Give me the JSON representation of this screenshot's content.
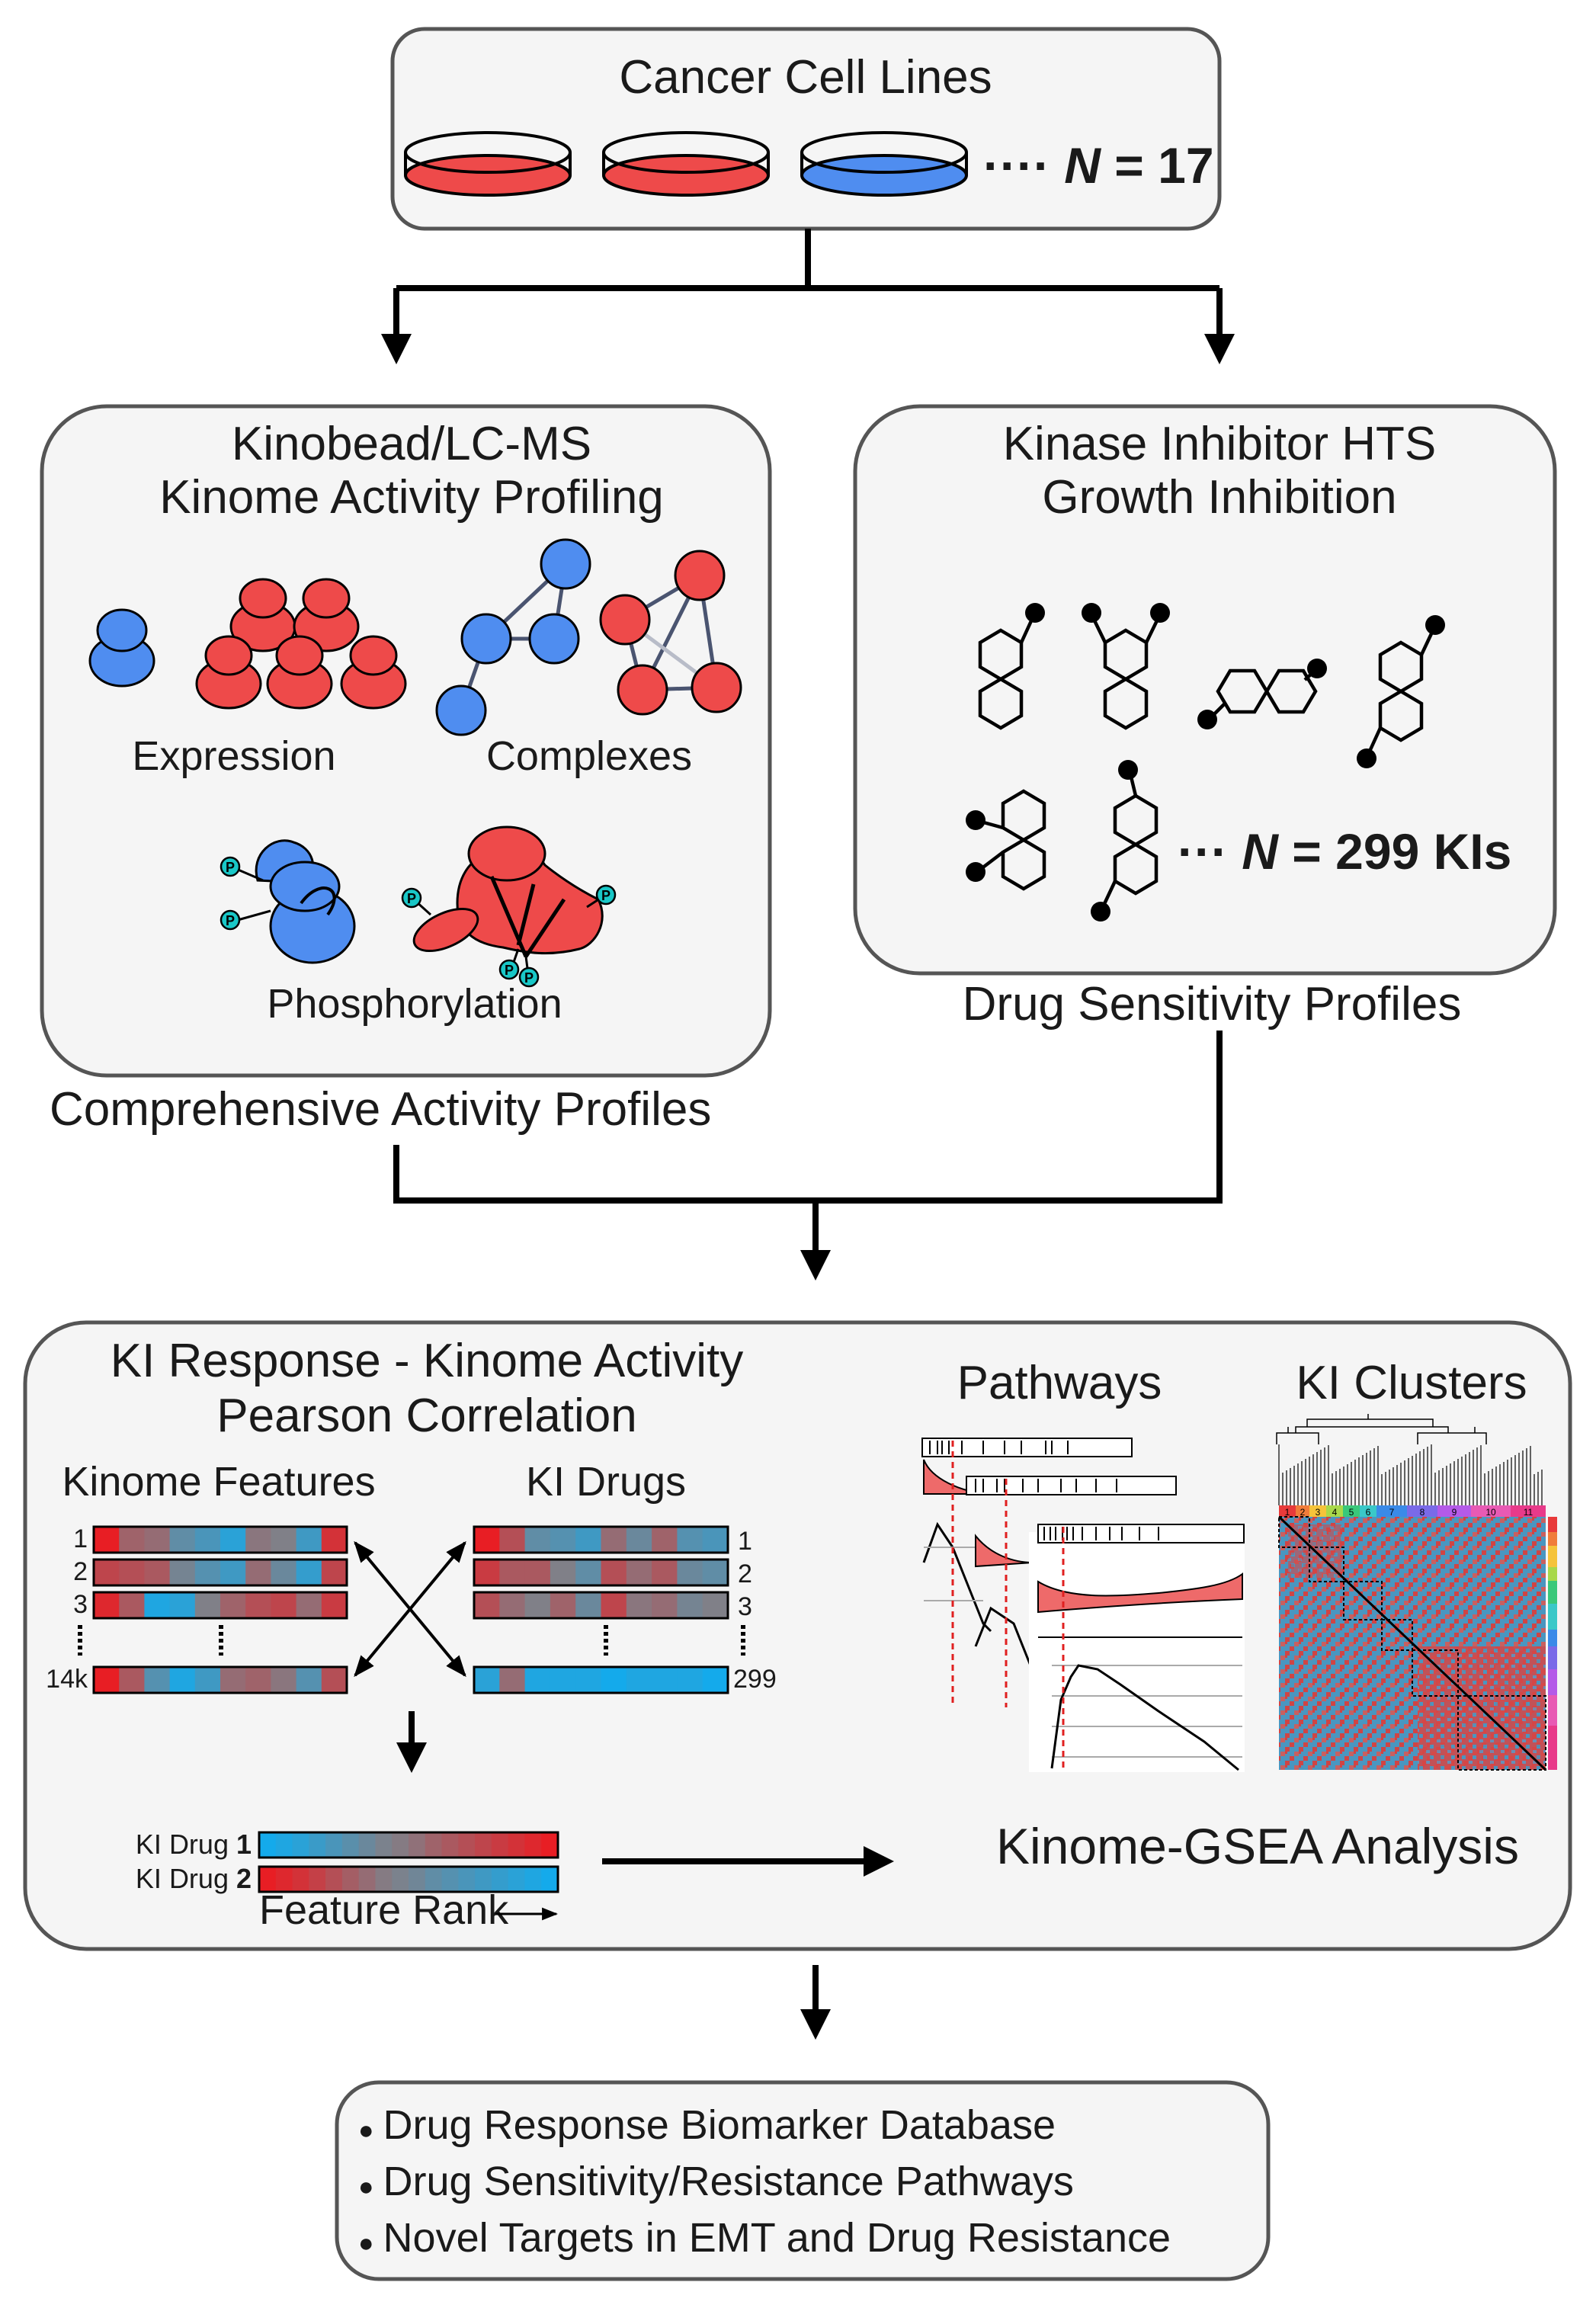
{
  "header": {
    "title": "Cancer Cell Lines",
    "count_prefix": "···· ",
    "count_var": "N",
    "count_suffix": " = 17"
  },
  "kinobead": {
    "title_line1": "Kinobead/LC-MS",
    "title_line2": "Kinome Activity Profiling",
    "expression_label": "Expression",
    "complexes_label": "Complexes",
    "phosphorylation_label": "Phosphorylation",
    "phospho_marker": "P",
    "caption": "Comprehensive Activity Profiles"
  },
  "hts": {
    "title_line1": "Kinase Inhibitor HTS",
    "title_line2": "Growth Inhibition",
    "count_prefix": "··· ",
    "count_var": "N",
    "count_suffix": " = 299 KIs",
    "caption": "Drug Sensitivity Profiles"
  },
  "correlation": {
    "title_line1": "KI Response - Kinome Activity",
    "title_line2": "Pearson Correlation",
    "features_label": "Kinome Features",
    "drugs_label": "KI Drugs",
    "feature_rows": [
      "1",
      "2",
      "3",
      "14k"
    ],
    "drug_rows": [
      "1",
      "2",
      "3",
      "299"
    ],
    "ranking": {
      "drug_prefix": "KI Drug ",
      "drug_1_num": "1",
      "drug_2_num": "2",
      "axis_label": "Feature Rank"
    },
    "pathways_label": "Pathways",
    "clusters_label": "KI Clusters",
    "cluster_ticks": [
      "1",
      "2",
      "3",
      "4",
      "5",
      "6",
      "7",
      "8",
      "9",
      "10",
      "11"
    ],
    "gsea_label": "Kinome-GSEA Analysis"
  },
  "outcomes": {
    "bullet": "●",
    "items": [
      "Drug Response Biomarker Database",
      "Drug Sensitivity/Resistance Pathways",
      "Novel Targets in EMT and Drug Resistance"
    ]
  },
  "colors": {
    "red": "#ee4a4a",
    "blue": "#4f8df0",
    "cyan": "#19c7c7",
    "panel_fill": "#f5f5f5",
    "panel_stroke": "#555555"
  },
  "chart_data": [
    {
      "type": "heatmap",
      "title": "Kinome Features",
      "rows": [
        "1",
        "2",
        "3",
        "14k"
      ],
      "columns": 10,
      "values": [
        [
          1.0,
          0.3,
          0.2,
          -0.3,
          -0.5,
          -0.8,
          0.1,
          0.0,
          -0.6,
          0.8
        ],
        [
          0.6,
          0.5,
          0.4,
          -0.1,
          -0.4,
          -0.6,
          0.2,
          -0.2,
          -0.7,
          0.6
        ],
        [
          0.9,
          0.4,
          -0.9,
          -0.8,
          0.0,
          0.3,
          0.5,
          0.6,
          0.2,
          0.7
        ],
        [
          1.0,
          0.4,
          -0.4,
          -0.9,
          -0.6,
          0.2,
          0.3,
          0.1,
          -0.4,
          0.5
        ]
      ]
    },
    {
      "type": "heatmap",
      "title": "KI Drugs",
      "rows": [
        "1",
        "2",
        "3",
        "299"
      ],
      "columns": 10,
      "values": [
        [
          1.0,
          0.5,
          -0.3,
          -0.4,
          -0.6,
          0.2,
          -0.2,
          0.3,
          -0.4,
          -0.5
        ],
        [
          0.7,
          0.4,
          0.4,
          0.0,
          -0.3,
          0.5,
          0.2,
          0.4,
          -0.2,
          -0.3
        ],
        [
          0.5,
          0.2,
          0.0,
          0.3,
          -0.2,
          0.6,
          0.1,
          0.2,
          -0.1,
          0.0
        ],
        [
          -0.8,
          0.2,
          -0.9,
          -0.9,
          -0.9,
          -1.0,
          -0.9,
          -0.9,
          -0.9,
          -1.0
        ]
      ]
    },
    {
      "type": "heatmap",
      "title": "Feature Rank",
      "rows": [
        "KI Drug 1",
        "KI Drug 2"
      ],
      "columns": 18,
      "values": [
        [
          -1.0,
          -0.9,
          -0.8,
          -0.65,
          -0.5,
          -0.35,
          -0.2,
          -0.05,
          0.05,
          0.15,
          0.3,
          0.4,
          0.5,
          0.6,
          0.7,
          0.8,
          0.9,
          1.0
        ],
        [
          1.0,
          0.9,
          0.8,
          0.65,
          0.5,
          0.35,
          0.2,
          0.05,
          -0.05,
          -0.15,
          -0.3,
          -0.4,
          -0.5,
          -0.6,
          -0.7,
          -0.8,
          -0.9,
          -1.0
        ]
      ]
    }
  ]
}
